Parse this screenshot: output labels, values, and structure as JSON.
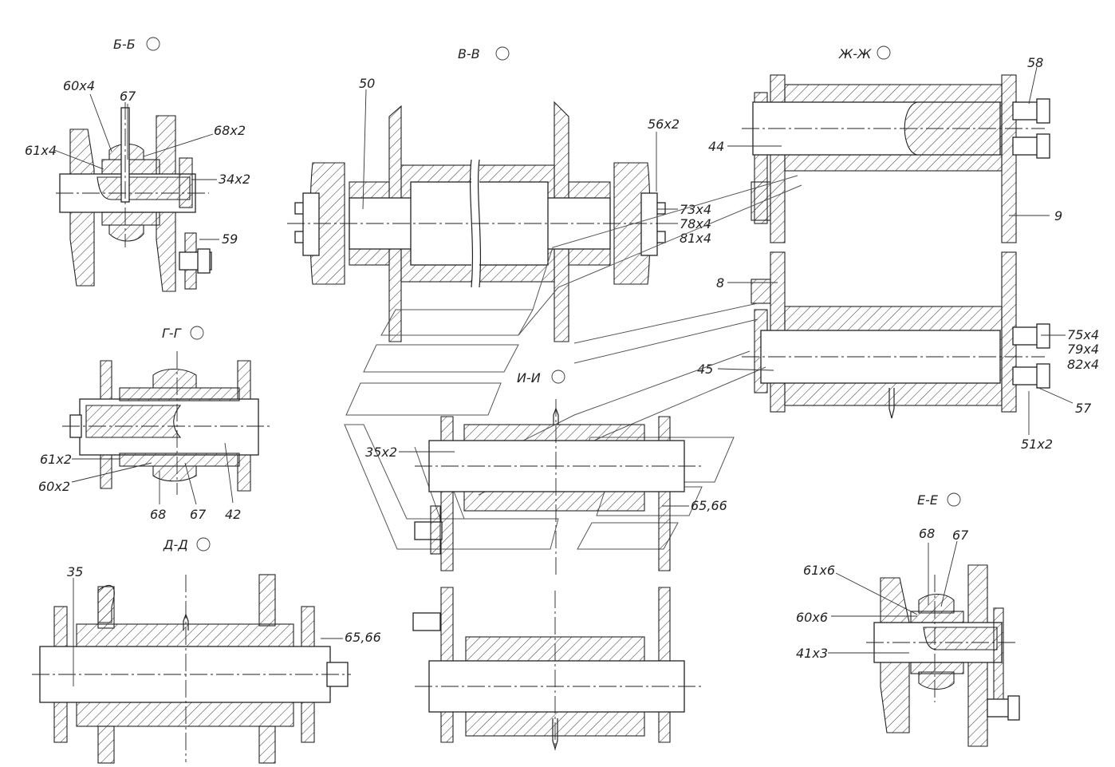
{
  "views": {
    "bb": {
      "title": "Б-Б"
    },
    "vv": {
      "title": "В-В"
    },
    "zhzh": {
      "title": "Ж-Ж"
    },
    "gg": {
      "title": "Г-Г"
    },
    "ii": {
      "title": "И-И"
    },
    "dd": {
      "title": "Д-Д"
    },
    "ee": {
      "title": "Е-Е"
    }
  },
  "callouts": {
    "bb": [
      "60x4",
      "67",
      "68x2",
      "61x4",
      "34x2",
      "59"
    ],
    "vv": [
      "50",
      "56x2",
      "73x4",
      "78x4",
      "81x4"
    ],
    "zhzh": [
      "58",
      "44",
      "9",
      "8",
      "45",
      "75x4",
      "79x4",
      "82x4",
      "57",
      "51x2"
    ],
    "gg": [
      "61x2",
      "60x2",
      "68",
      "67",
      "42"
    ],
    "ii": [
      "35x2",
      "65,66"
    ],
    "dd": [
      "35",
      "65,66"
    ],
    "ee": [
      "68",
      "67",
      "61x6",
      "60x6",
      "41x3"
    ]
  }
}
